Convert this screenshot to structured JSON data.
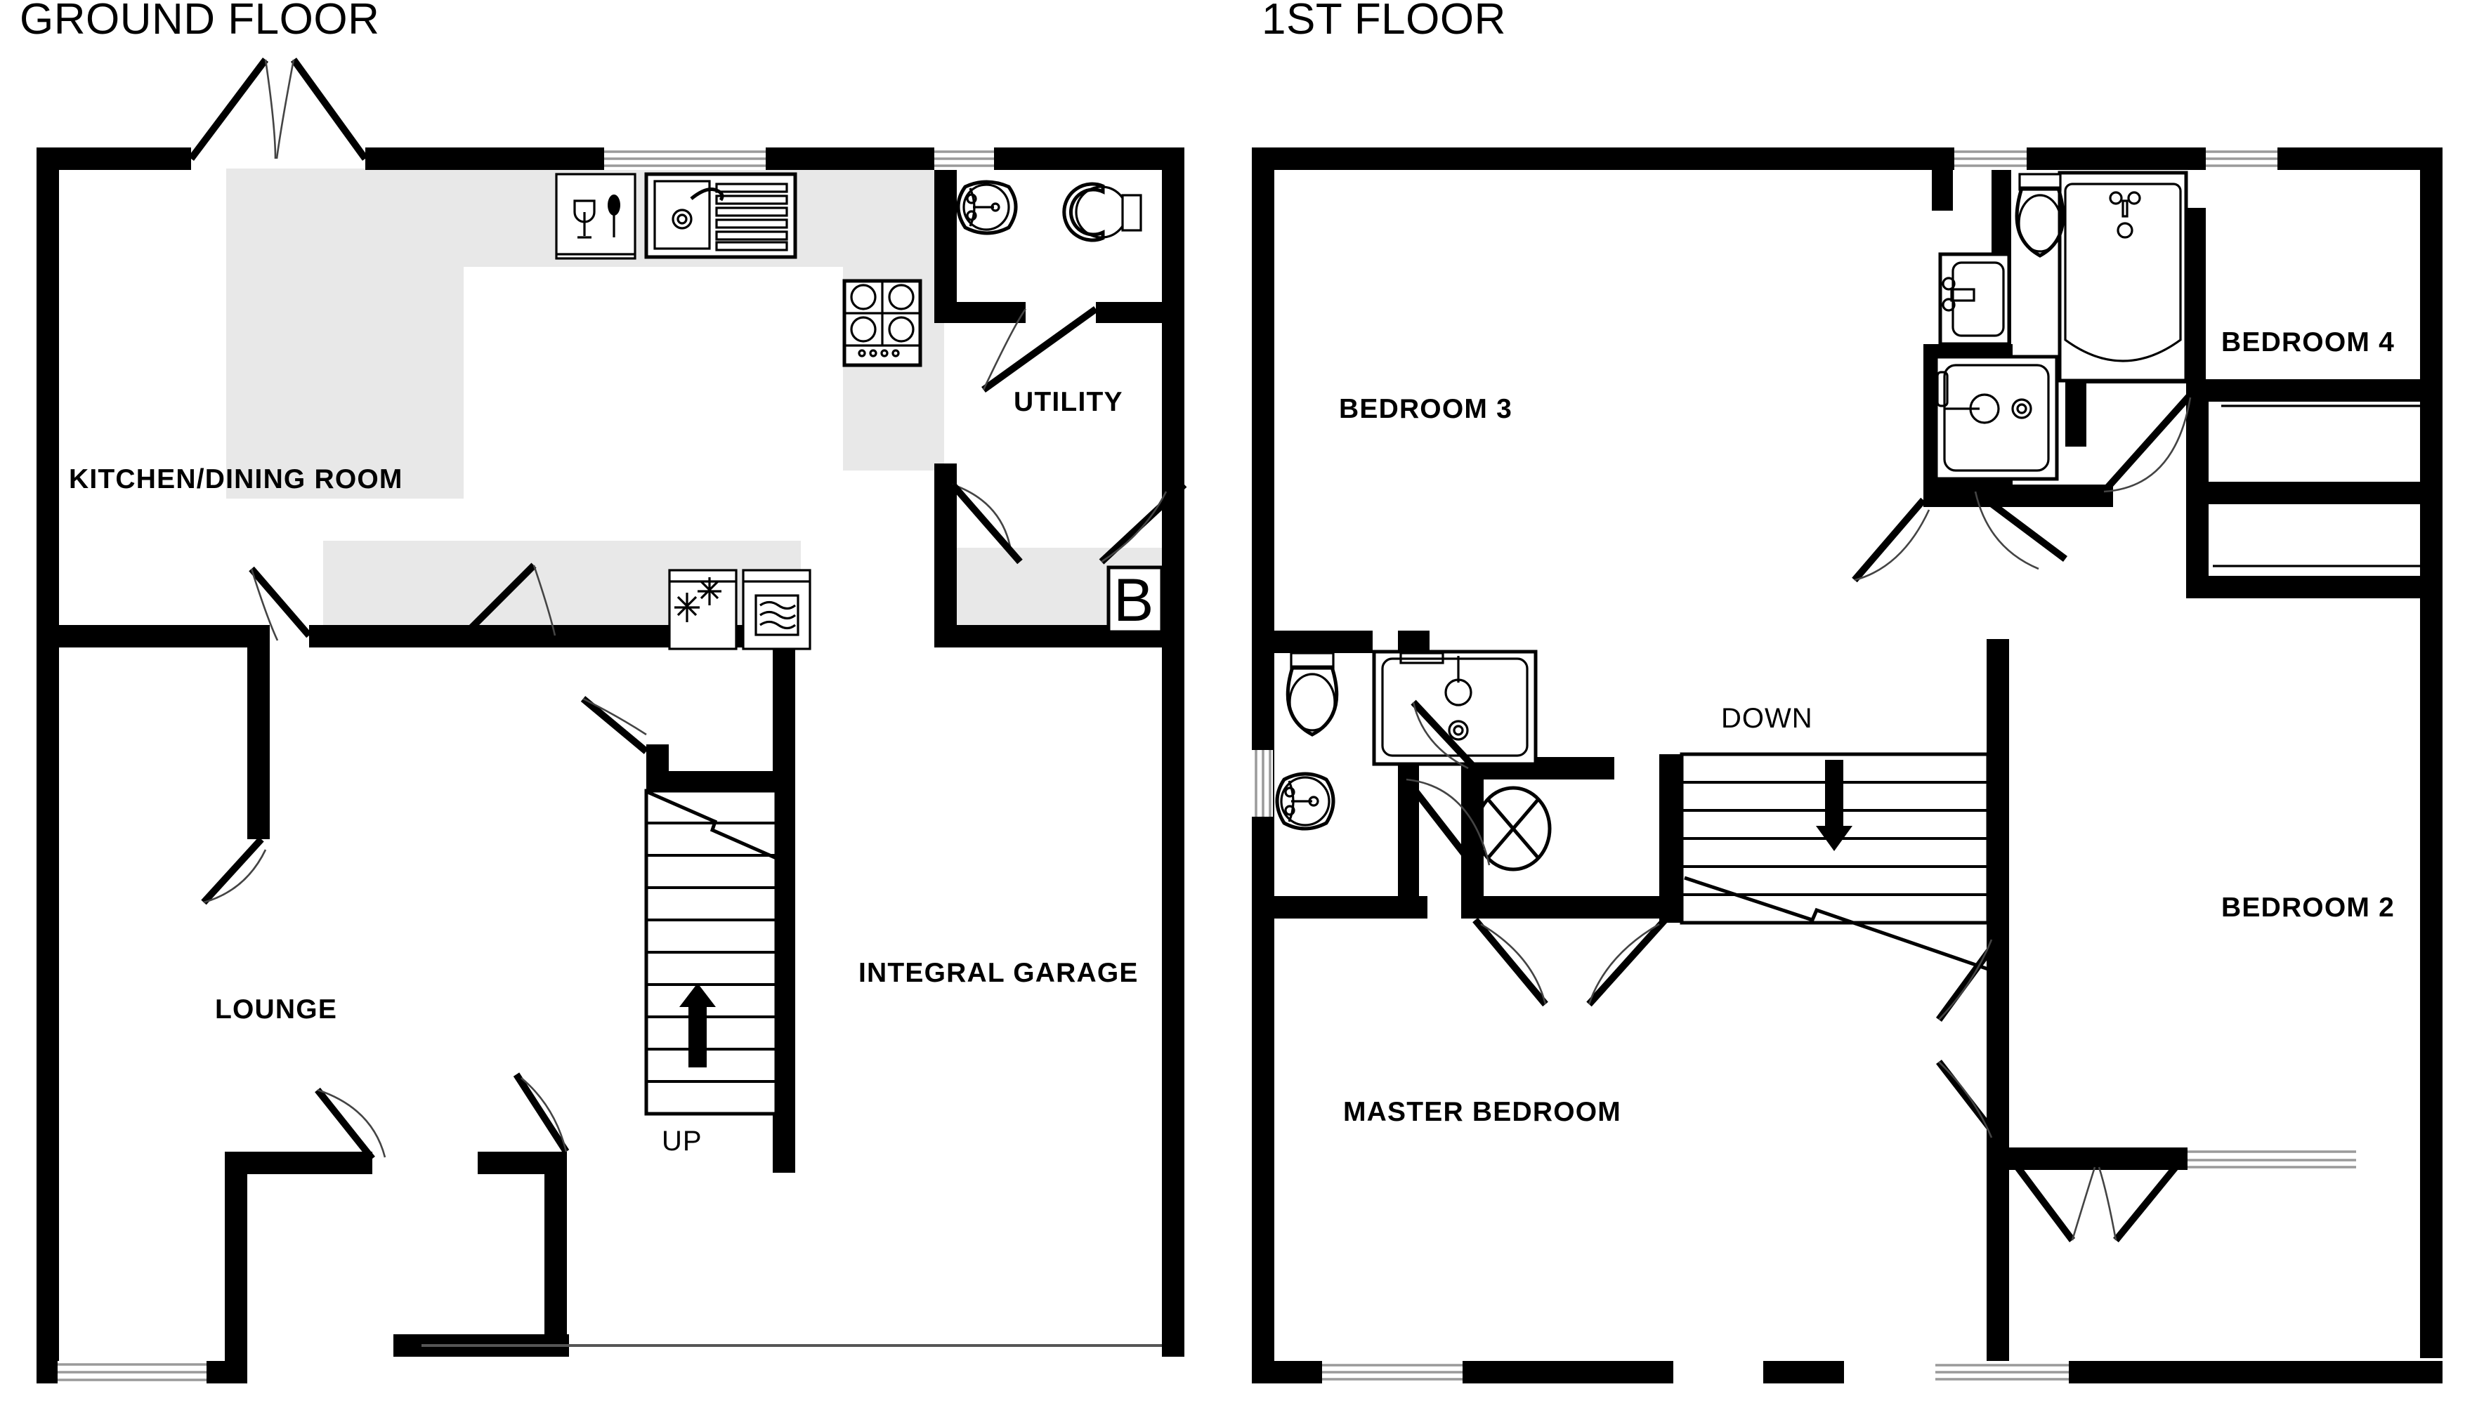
{
  "page": {
    "background_color": "#ffffff",
    "wall_color": "#000000",
    "worktop_color": "#e8e8e8",
    "window_color": "#9a9a9a"
  },
  "floors": [
    {
      "id": "ground",
      "title": "GROUND FLOOR",
      "rooms": [
        {
          "key": "kitchen_dining",
          "label": "KITCHEN/DINING ROOM"
        },
        {
          "key": "utility",
          "label": "UTILITY"
        },
        {
          "key": "lounge",
          "label": "LOUNGE"
        },
        {
          "key": "garage",
          "label": "INTEGRAL GARAGE"
        }
      ],
      "markers": [
        {
          "key": "boiler",
          "label": "B"
        },
        {
          "key": "stairs_direction",
          "label": "UP"
        }
      ],
      "fixtures": [
        {
          "key": "dishwasher",
          "icon": "wine-glass-and-spoon-icon"
        },
        {
          "key": "sink",
          "icon": "sink-with-drainer-icon"
        },
        {
          "key": "hob",
          "icon": "four-ring-hob-icon"
        },
        {
          "key": "fridge_freezer",
          "icon": "snowflake-icon"
        },
        {
          "key": "washing_machine",
          "icon": "waves-icon"
        },
        {
          "key": "wc_basin",
          "icon": "basin-icon"
        },
        {
          "key": "wc_toilet",
          "icon": "toilet-icon"
        }
      ]
    },
    {
      "id": "first",
      "title": "1ST FLOOR",
      "rooms": [
        {
          "key": "bedroom_3",
          "label": "BEDROOM 3"
        },
        {
          "key": "bedroom_4",
          "label": "BEDROOM 4"
        },
        {
          "key": "bedroom_2",
          "label": "BEDROOM 2"
        },
        {
          "key": "master_bedroom",
          "label": "MASTER BEDROOM"
        }
      ],
      "markers": [
        {
          "key": "stairs_direction",
          "label": "DOWN"
        }
      ],
      "fixtures": [
        {
          "key": "bath",
          "icon": "bathtub-icon"
        },
        {
          "key": "bathroom_wc",
          "icon": "toilet-icon"
        },
        {
          "key": "bathroom_basin",
          "icon": "basin-icon"
        },
        {
          "key": "ensuite_shower",
          "icon": "shower-tray-icon"
        },
        {
          "key": "ensuite_wc",
          "icon": "toilet-icon"
        },
        {
          "key": "ensuite_basin",
          "icon": "basin-icon"
        },
        {
          "key": "cylinder",
          "icon": "hot-water-cylinder-icon"
        },
        {
          "key": "wardrobes",
          "icon": "wardrobe-icon"
        }
      ]
    }
  ]
}
